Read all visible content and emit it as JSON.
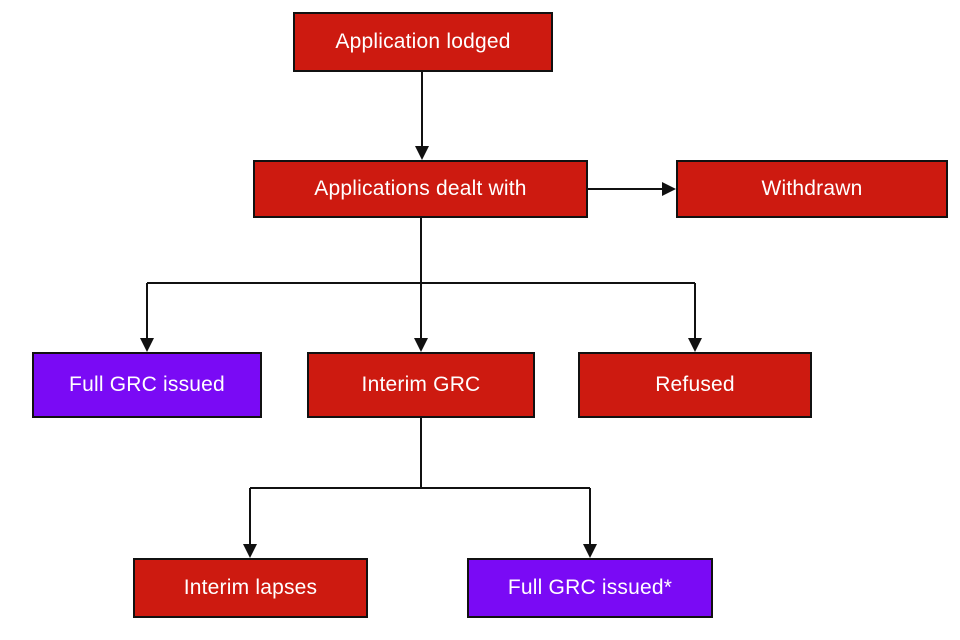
{
  "diagram": {
    "type": "flowchart",
    "background": "#FFFFFF",
    "colors": {
      "node_red": "#CD1A10",
      "node_purple": "#7A0AF5",
      "node_border": "#111111",
      "connector": "#111111",
      "label_text": "#FFFFFF"
    },
    "nodes": {
      "application_lodged": {
        "label": "Application lodged",
        "fill": "red"
      },
      "applications_dealt_with": {
        "label": "Applications dealt with",
        "fill": "red"
      },
      "withdrawn": {
        "label": "Withdrawn",
        "fill": "red"
      },
      "full_grc_issued": {
        "label": "Full GRC issued",
        "fill": "purple"
      },
      "interim_grc": {
        "label": "Interim GRC",
        "fill": "red"
      },
      "refused": {
        "label": "Refused",
        "fill": "red"
      },
      "interim_lapses": {
        "label": "Interim lapses",
        "fill": "red"
      },
      "full_grc_issued_star": {
        "label": "Full GRC issued*",
        "fill": "purple"
      }
    },
    "edges": [
      {
        "from": "Application lodged",
        "to": "Applications dealt with"
      },
      {
        "from": "Applications dealt with",
        "to": "Withdrawn"
      },
      {
        "from": "Applications dealt with",
        "to": "Full GRC issued"
      },
      {
        "from": "Applications dealt with",
        "to": "Interim GRC"
      },
      {
        "from": "Applications dealt with",
        "to": "Refused"
      },
      {
        "from": "Interim GRC",
        "to": "Interim lapses"
      },
      {
        "from": "Interim GRC",
        "to": "Full GRC issued*"
      }
    ]
  }
}
